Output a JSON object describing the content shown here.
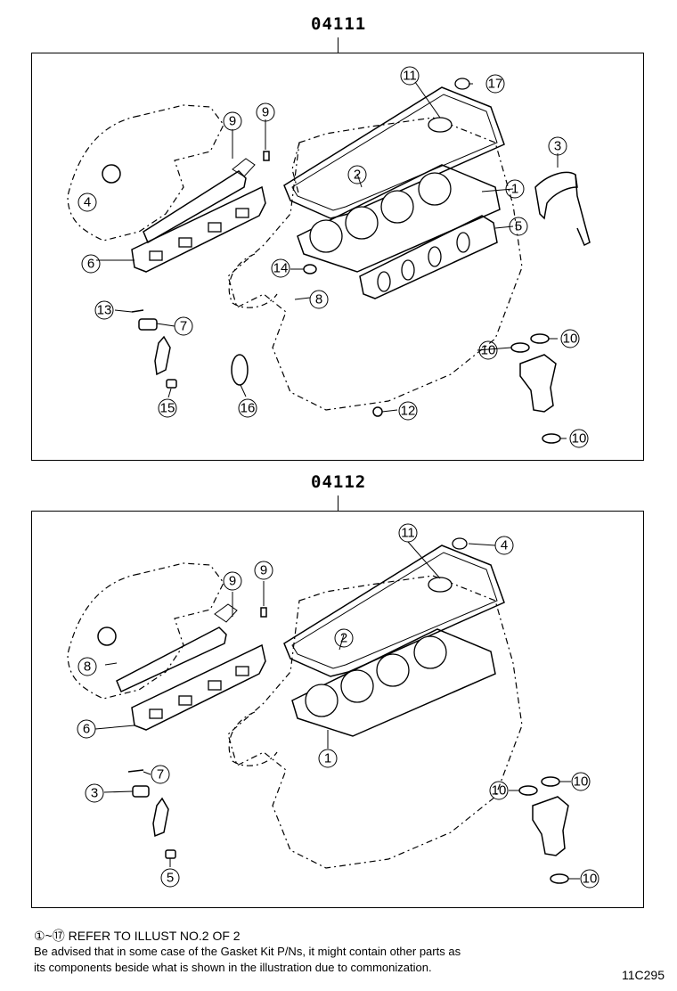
{
  "diagrams": [
    {
      "kit_code": "04111",
      "callouts": [
        "1",
        "2",
        "3",
        "4",
        "5",
        "6",
        "7",
        "8",
        "9",
        "9",
        "10",
        "10",
        "10",
        "11",
        "12",
        "13",
        "14",
        "15",
        "16",
        "17"
      ]
    },
    {
      "kit_code": "04112",
      "callouts": [
        "1",
        "2",
        "3",
        "4",
        "5",
        "6",
        "7",
        "8",
        "9",
        "9",
        "10",
        "10",
        "10",
        "11"
      ]
    }
  ],
  "footer": {
    "reference_note": "①~⑰ REFER TO ILLUST NO.2 OF 2",
    "advisory_line1": "Be advised that in some case of the Gasket Kit P/Ns,  it might contain other parts as",
    "advisory_line2": "its components beside what is shown in the illustration due to commonization.",
    "illustration_code": "11C295"
  }
}
